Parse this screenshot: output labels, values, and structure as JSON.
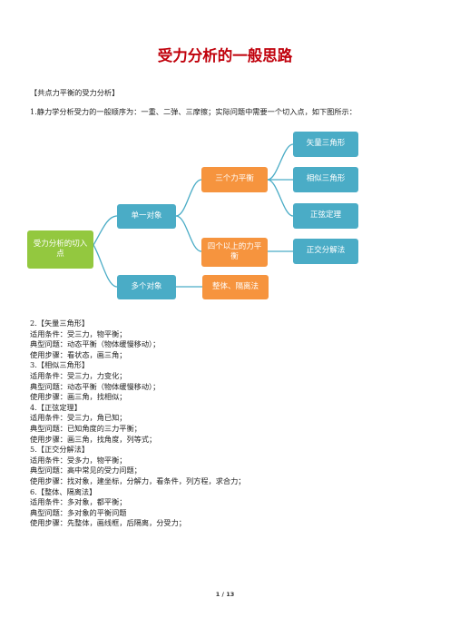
{
  "title": "受力分析的一般思路",
  "section_heading": "【共点力平衡的受力分析】",
  "intro": "1.静力学分析受力的一般顺序为：一重、二弹、三摩擦；实际问题中需要一个切入点，如下图所示：",
  "mindmap": {
    "root": "受力分析的切入点",
    "single": "单一对象",
    "multi": "多个对象",
    "three_force": "三个力平衡",
    "four_force": "四个以上的力平衡",
    "whole_isolate": "整体、隔离法",
    "vector_triangle": "矢量三角形",
    "similar_triangle": "相似三角形",
    "sine_law": "正弦定理",
    "orthogonal": "正交分解法"
  },
  "sections": [
    "2.【矢量三角形】",
    "适用条件：受三力，物平衡；",
    "典型问题：动态平衡（物体缓慢移动）；",
    "使用步骤：看状态，画三角；",
    "3.【相似三角形】",
    "适用条件：受三力，力变化；",
    "典型问题：动态平衡（物体缓慢移动）；",
    "使用步骤：画三角，找相似；",
    "4.【正弦定理】",
    "适用条件：受三力，角已知；",
    "典型问题：已知角度的三力平衡；",
    "使用步骤：画三角，找角度，列等式；",
    "5.【正交分解法】",
    "适用条件：受多力，物平衡；",
    "典型问题：高中常见的受力问题；",
    "使用步骤：找对象，建坐标，分解力，看条件，列方程，求合力；",
    "6.【整体、隔离法】",
    "适用条件：多对象，都平衡；",
    "典型问题：多对象的平衡问题",
    "使用步骤：先整体，画线框，后隔离，分受力；"
  ],
  "page_number": "1 / 13",
  "colors": {
    "title": "#c0000b",
    "green": "#93c83f",
    "blue": "#4aacc6",
    "orange": "#f6943e",
    "connector": "#4aacc6"
  }
}
